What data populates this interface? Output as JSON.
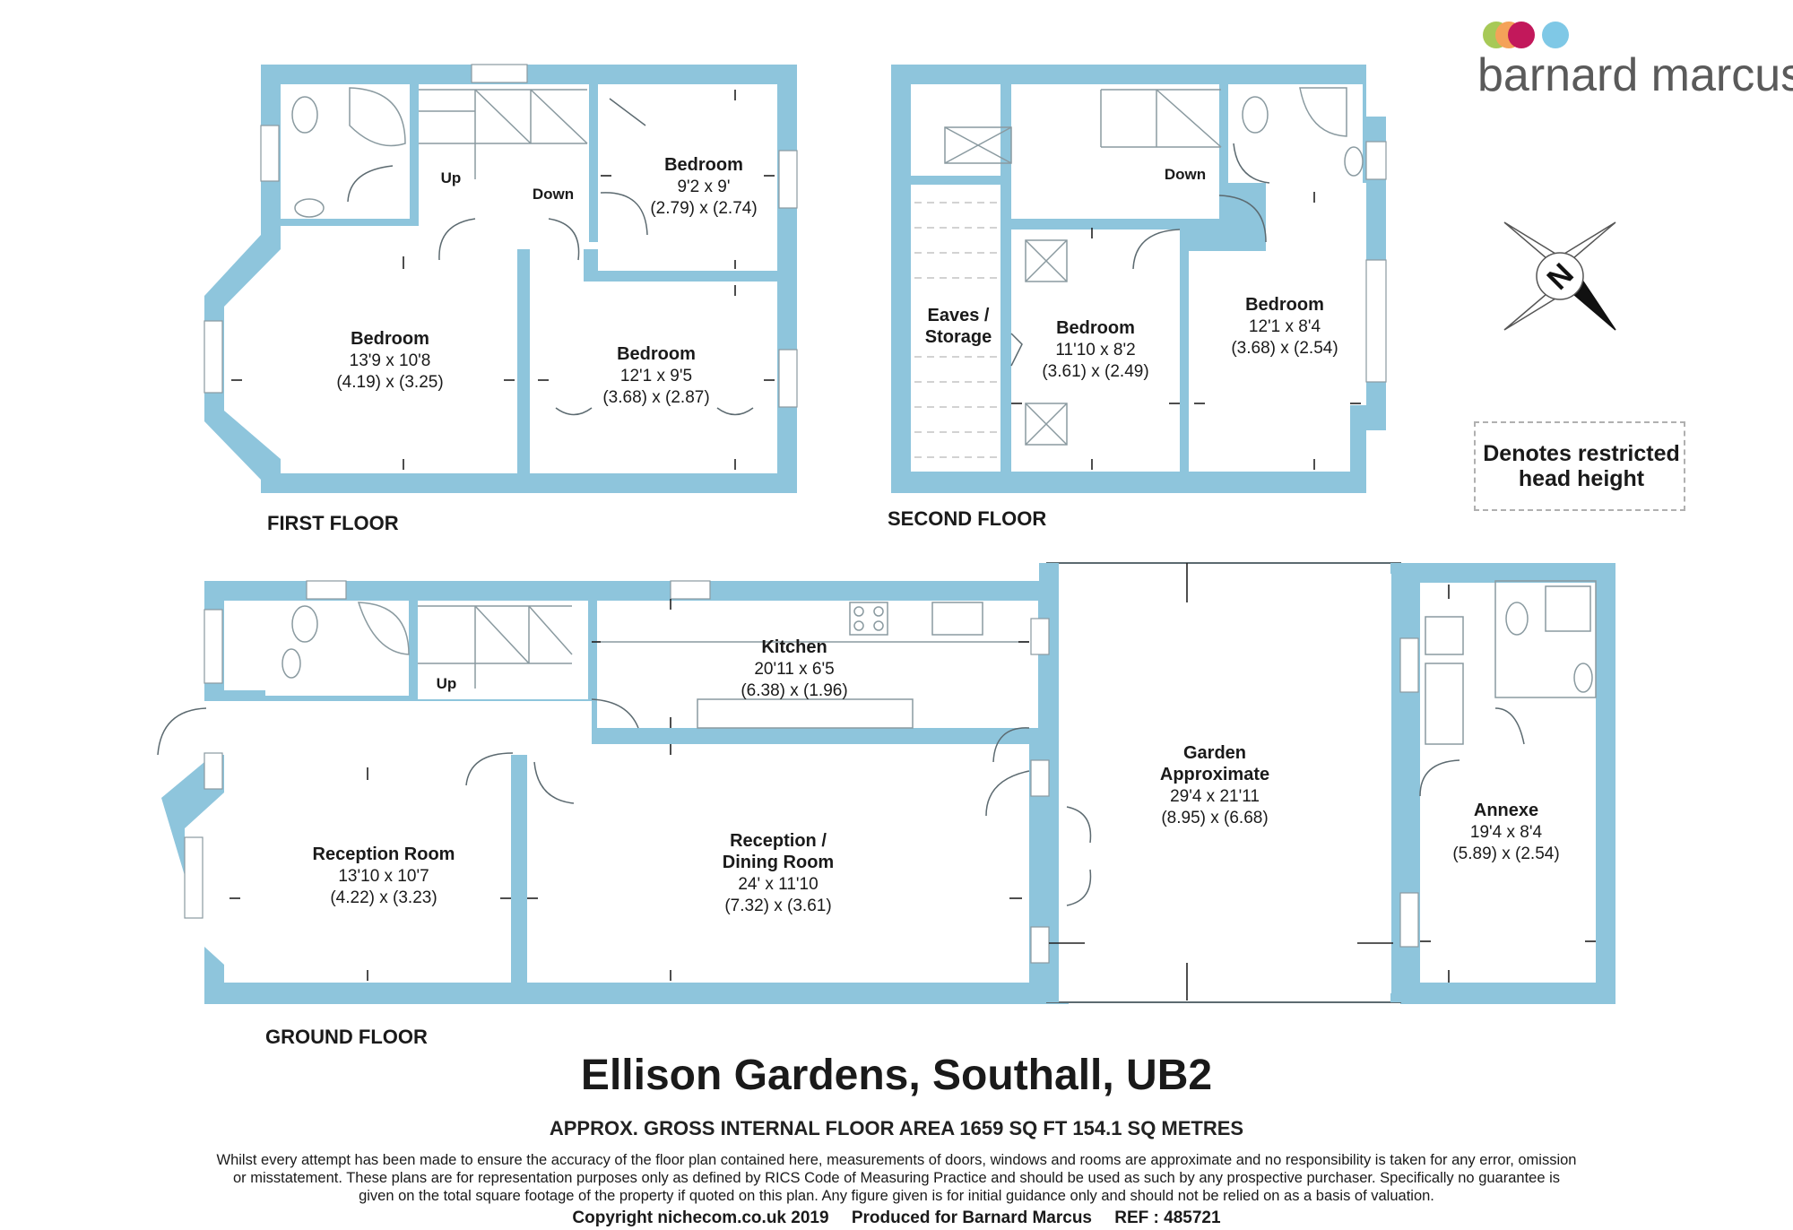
{
  "brand": {
    "name": "barnard marcus",
    "dot_colors": [
      "#a7c957",
      "#f4a259",
      "#c2185b",
      "#7fc8e6"
    ]
  },
  "compass": {
    "letter": "N"
  },
  "legend": {
    "text_line1": "Denotes restricted",
    "text_line2": "head height"
  },
  "floors": {
    "first": {
      "label": "FIRST FLOOR",
      "bedroom_a": {
        "name": "Bedroom",
        "dim_imperial": "9'2 x 9'",
        "dim_metric": "(2.79) x (2.74)"
      },
      "bedroom_b": {
        "name": "Bedroom",
        "dim_imperial": "13'9 x 10'8",
        "dim_metric": "(4.19) x (3.25)"
      },
      "bedroom_c": {
        "name": "Bedroom",
        "dim_imperial": "12'1 x 9'5",
        "dim_metric": "(3.68) x (2.87)"
      },
      "stairs_up": "Up",
      "stairs_down": "Down"
    },
    "second": {
      "label": "SECOND FLOOR",
      "eaves": {
        "line1": "Eaves /",
        "line2": "Storage"
      },
      "bedroom_a": {
        "name": "Bedroom",
        "dim_imperial": "11'10 x 8'2",
        "dim_metric": "(3.61) x (2.49)"
      },
      "bedroom_b": {
        "name": "Bedroom",
        "dim_imperial": "12'1 x 8'4",
        "dim_metric": "(3.68) x (2.54)"
      },
      "stairs_down": "Down"
    },
    "ground": {
      "label": "GROUND FLOOR",
      "kitchen": {
        "name": "Kitchen",
        "dim_imperial": "20'11 x 6'5",
        "dim_metric": "(6.38) x (1.96)"
      },
      "reception": {
        "name": "Reception Room",
        "dim_imperial": "13'10 x 10'7",
        "dim_metric": "(4.22) x (3.23)"
      },
      "dining": {
        "name_line1": "Reception /",
        "name_line2": "Dining Room",
        "dim_imperial": "24' x 11'10",
        "dim_metric": "(7.32) x (3.61)"
      },
      "garden": {
        "name_line1": "Garden",
        "name_line2": "Approximate",
        "dim_imperial": "29'4 x 21'11",
        "dim_metric": "(8.95) x (6.68)"
      },
      "annexe": {
        "name": "Annexe",
        "dim_imperial": "19'4 x 8'4",
        "dim_metric": "(5.89) x (2.54)"
      },
      "stairs_up": "Up"
    }
  },
  "address": "Ellison Gardens, Southall, UB2",
  "area": "APPROX. GROSS INTERNAL FLOOR AREA 1659 SQ FT 154.1 SQ METRES",
  "disclaimer": "Whilst every attempt has been made to ensure the accuracy of the floor plan contained here, measurements of doors, windows and rooms are approximate and no responsibility is taken for any error, omission or misstatement. These plans are for representation purposes only as defined by RICS Code of Measuring Practice and should be used as such by any prospective purchaser. Specifically no guarantee is given on the total square footage of the property if quoted on this plan. Any figure given is for initial guidance only and should not be relied on as a basis of valuation.",
  "copyright": {
    "copy": "Copyright nichecom.co.uk 2019",
    "produced": "Produced for Barnard Marcus",
    "ref": "REF : 485721"
  }
}
